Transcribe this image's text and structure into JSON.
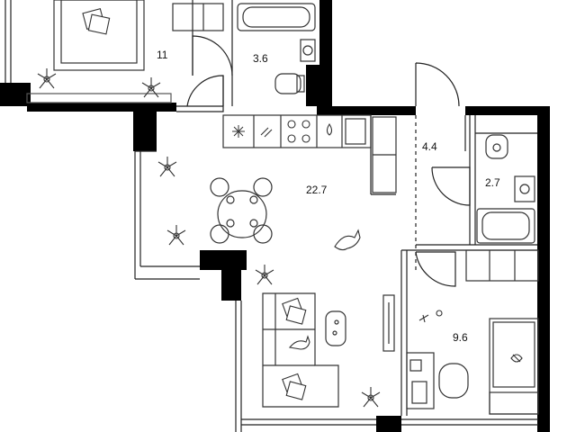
{
  "rooms": [
    {
      "id": "bedroom-top",
      "area": "11"
    },
    {
      "id": "bathroom-top",
      "area": "3.6"
    },
    {
      "id": "hallway",
      "area": "4.4"
    },
    {
      "id": "toilet",
      "area": "2.7"
    },
    {
      "id": "living-kitchen",
      "area": "22.7"
    },
    {
      "id": "bedroom-bottom",
      "area": "9.6"
    }
  ],
  "colors": {
    "wall": "#000000",
    "line": "#222222",
    "fixture": "#444444",
    "background": "#ffffff"
  },
  "icons": [
    "snowflake-icon",
    "cooktop-icon",
    "water-drop-icon",
    "flower-icon",
    "cat-icon",
    "pillow-icon",
    "toy-icon"
  ]
}
